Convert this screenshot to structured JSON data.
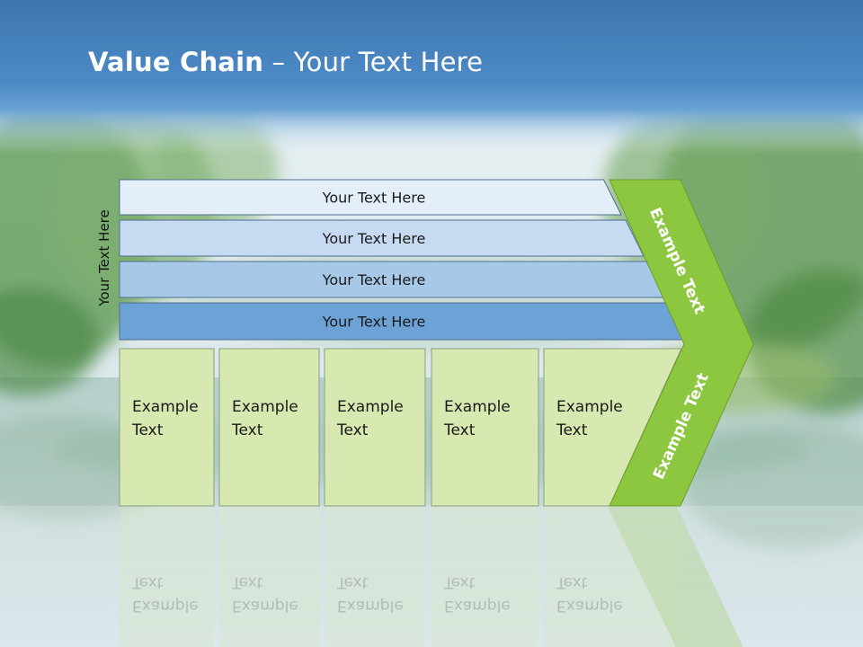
{
  "slide": {
    "title_bold": "Value Chain",
    "title_rest": " – Your Text Here",
    "side_label": "Your Text Here"
  },
  "support_activities": [
    {
      "label": "Your Text Here",
      "fill": "#e4eef9"
    },
    {
      "label": "Your Text Here",
      "fill": "#c6daf1"
    },
    {
      "label": "Your Text Here",
      "fill": "#a8c8e8"
    },
    {
      "label": "Your Text Here",
      "fill": "#6da2d6"
    }
  ],
  "primary_activities": [
    {
      "line1": "Example",
      "line2": "Text"
    },
    {
      "line1": "Example",
      "line2": "Text"
    },
    {
      "line1": "Example",
      "line2": "Text"
    },
    {
      "line1": "Example",
      "line2": "Text"
    },
    {
      "line1": "Example",
      "line2": "Text"
    }
  ],
  "margin": {
    "upper_label": "Example Text",
    "lower_label": "Example Text"
  },
  "colors": {
    "header_blue": "#4a86c0",
    "box_green": "#d7e8b0",
    "arrow_green": "#8dc63f",
    "outline": "#4f6f8f"
  }
}
